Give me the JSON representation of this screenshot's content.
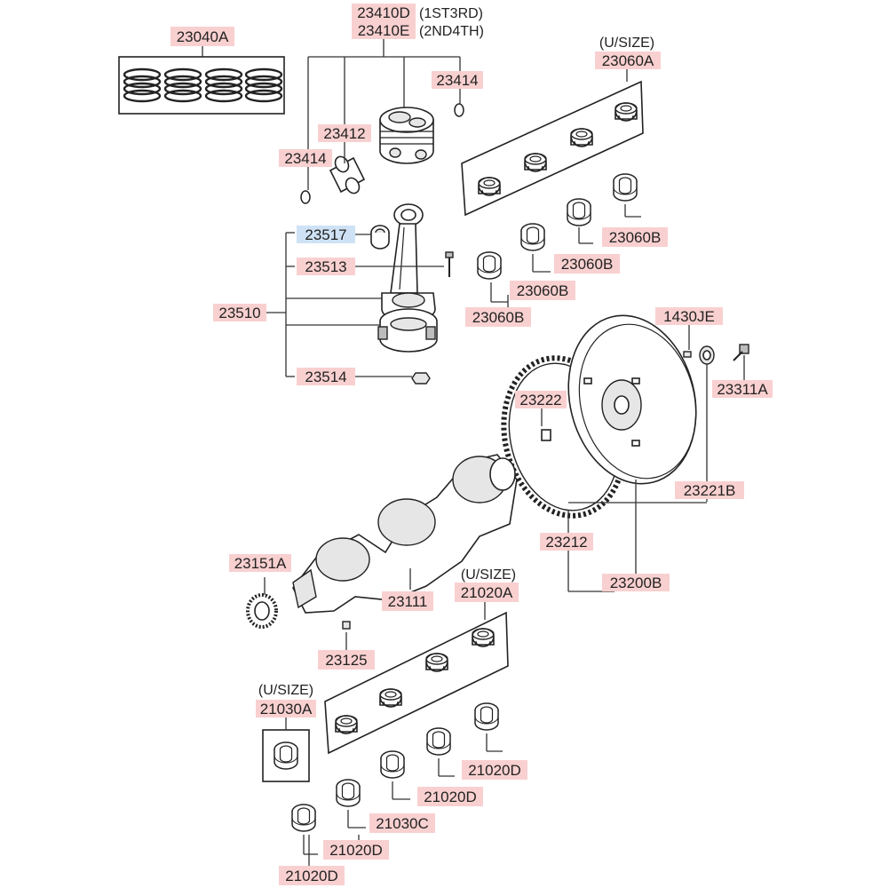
{
  "labels": {
    "l23040A": "23040A",
    "l23410D": "23410D",
    "l23410E": "23410E",
    "n1st3rd": "(1ST3RD)",
    "n2nd4th": "(2ND4TH)",
    "l23414a": "23414",
    "l23414b": "23414",
    "l23412": "23412",
    "usize1": "(U/SIZE)",
    "l23060A": "23060A",
    "l23060B1": "23060B",
    "l23060B2": "23060B",
    "l23060B3": "23060B",
    "l23060B4": "23060B",
    "l23517": "23517",
    "l23513": "23513",
    "l23510": "23510",
    "l23514": "23514",
    "l1430JE": "1430JE",
    "l23311A": "23311A",
    "l23222": "23222",
    "l23221B": "23221B",
    "l23212": "23212",
    "l23200B": "23200B",
    "l23151A": "23151A",
    "l23111": "23111",
    "usize2": "(U/SIZE)",
    "l21020A": "21020A",
    "l23125": "23125",
    "usize3": "(U/SIZE)",
    "l21030A": "21030A",
    "l21020D1": "21020D",
    "l21020D2": "21020D",
    "l21030C": "21030C",
    "l21020D3": "21020D",
    "l21020D4": "21020D"
  }
}
